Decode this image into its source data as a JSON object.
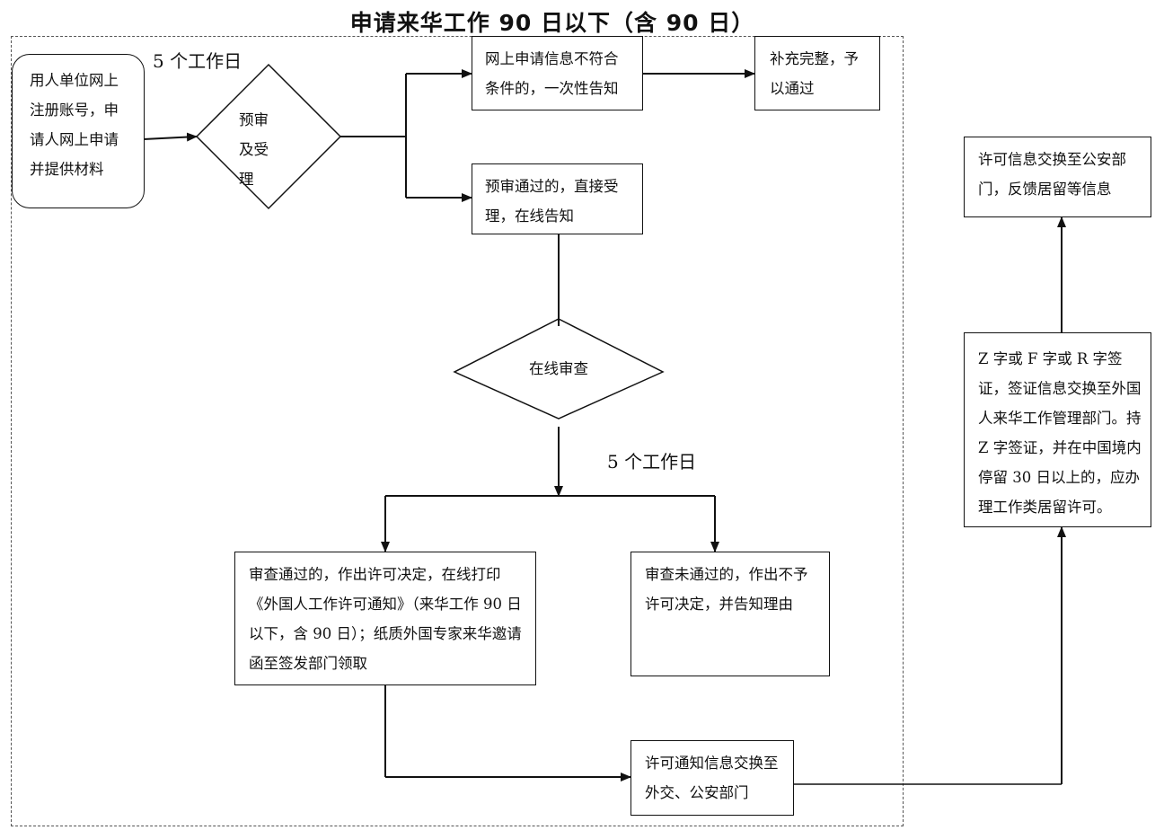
{
  "title": "申请来华工作 90 日以下（含 90 日）",
  "steps": {
    "applicant": "用人单位网上注册账号，申请人网上申请并提供材料",
    "pre_review": "预审及受理",
    "not_compliant": "网上申请信息不符合条件的，一次性告知",
    "supplement": "补充完整，予以通过",
    "accepted": "预审通过的，直接受理，在线告知",
    "online_review": "在线审查",
    "approved": "审查通过的，作出许可决定，在线打印《外国人工作许可通知》（来华工作 90 日以下，含 90 日）；纸质外国专家来华邀请函至签发部门领取",
    "rejected": "审查未通过的，作出不予许可决定，并告知理由",
    "exchange_foreign": "许可通知信息交换至外交、公安部门",
    "visa": "Z 字或 F 字或 R 字签证，签证信息交换至外国人来华工作管理部门。持 Z 字签证，并在中国境内停留 30 日以上的，应办理工作类居留许可。",
    "exchange_police": "许可信息交换至公安部门，反馈居留等信息"
  },
  "notes": {
    "days_top": "5 个工作日",
    "days_mid": "5 个工作日"
  }
}
